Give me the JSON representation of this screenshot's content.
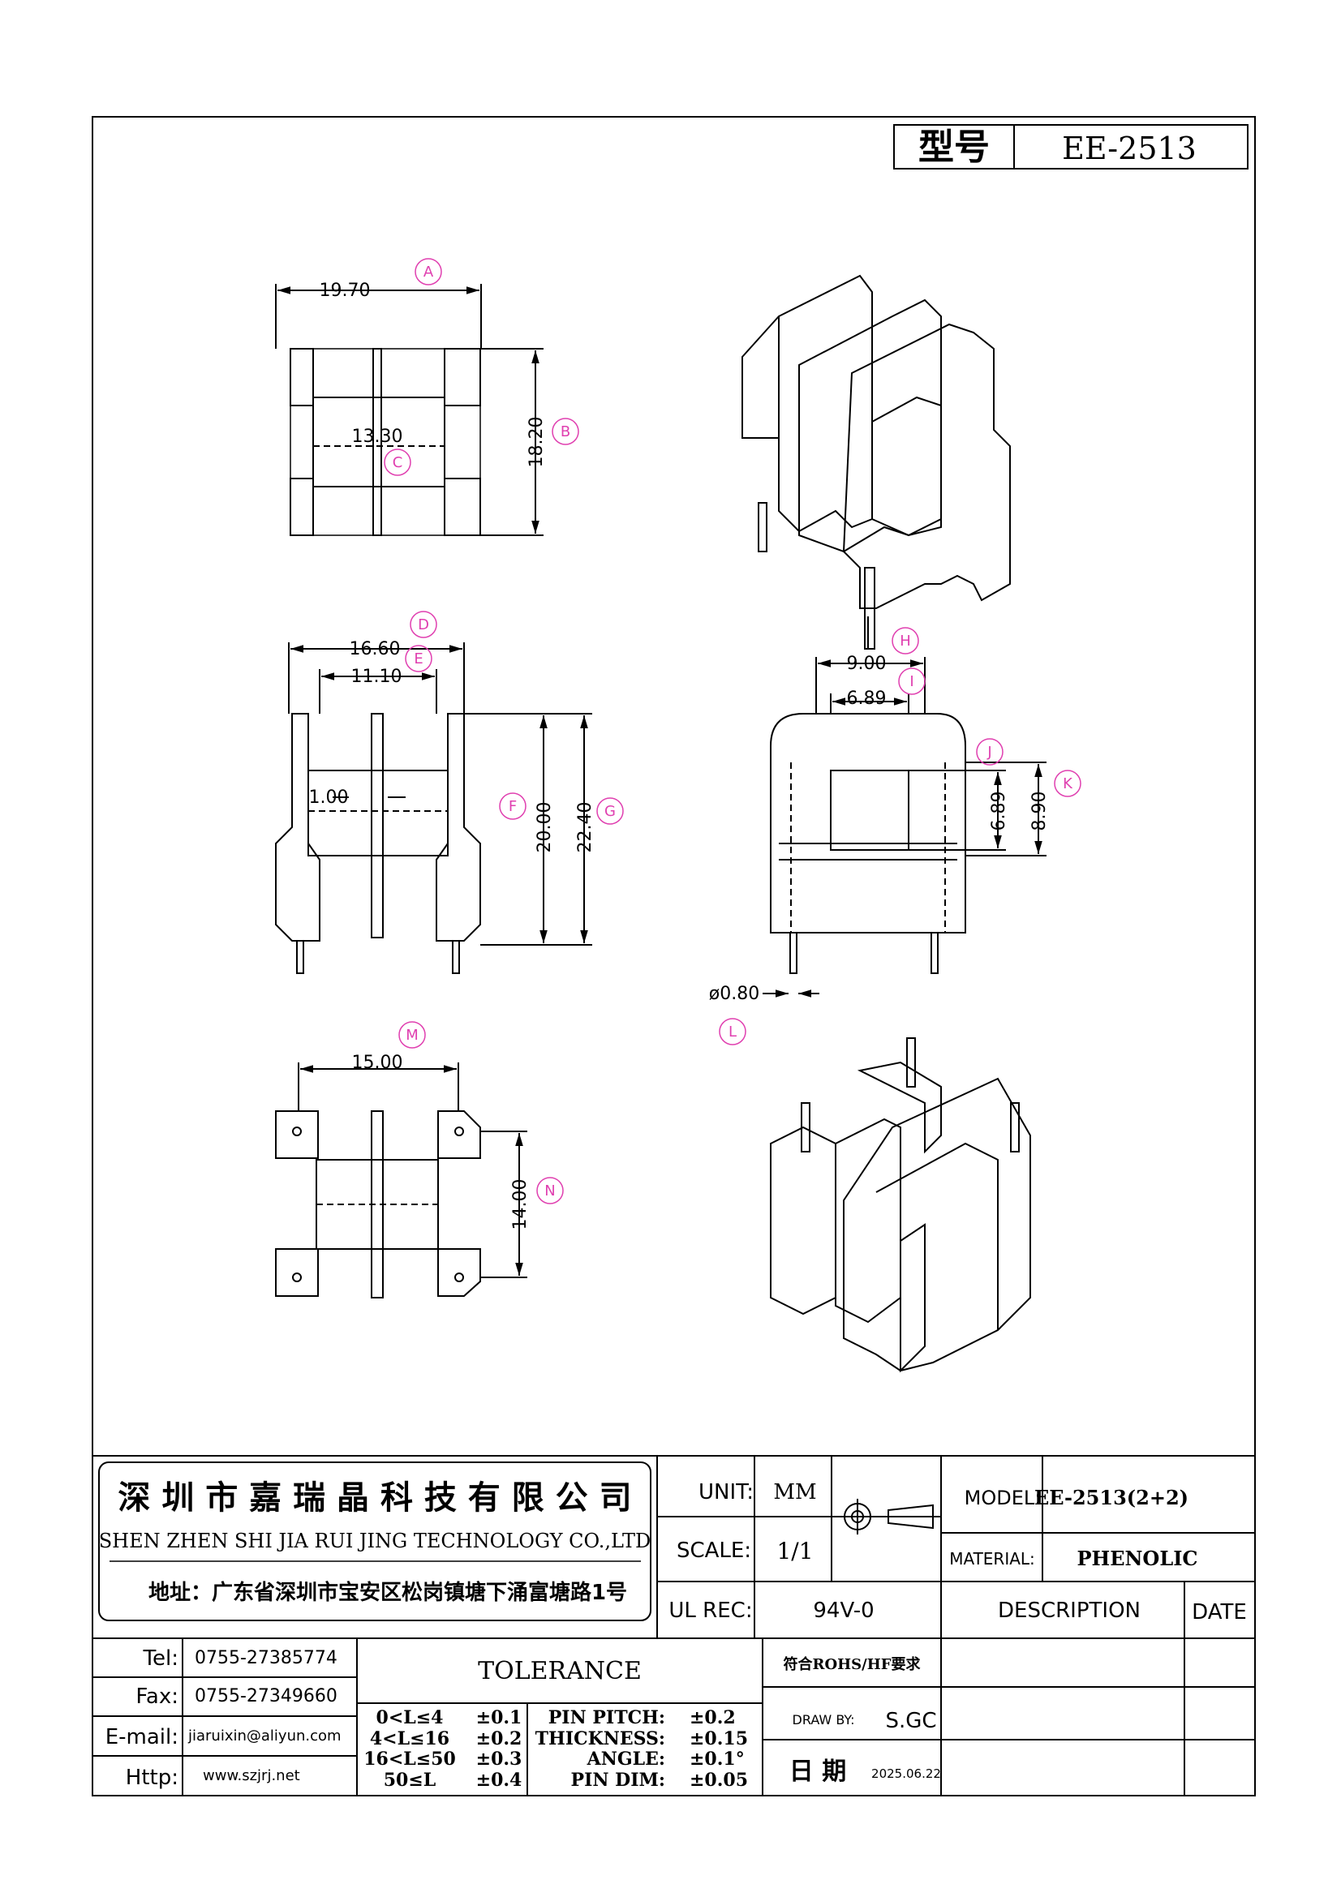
{
  "title_block": {
    "model_label": "型号",
    "model_value": "EE-2513",
    "company_cn": "深 圳 市 嘉 瑞 晶 科 技 有 限 公 司",
    "company_en": "SHEN ZHEN SHI  JIA RUI JING  TECHNOLOGY CO.,LTD",
    "address": "地址：广东省深圳市宝安区松岗镇塘下涌富塘路1号",
    "unit_label": "UNIT:",
    "unit_value": "MM",
    "scale_label": "SCALE:",
    "scale_value": "1/1",
    "ul_label": "UL REC:",
    "ul_value": "94V-0",
    "model_label2": "MODEL:",
    "model_value2": "EE-2513(2+2)",
    "material_label": "MATERIAL:",
    "material_value": "PHENOLIC",
    "description_label": "DESCRIPTION",
    "date_label": "DATE",
    "tel_label": "Tel:",
    "tel_value": "0755-27385774",
    "fax_label": "Fax:",
    "fax_value": "0755-27349660",
    "email_label": "E-mail:",
    "email_value": "jiaruixin@aliyun.com",
    "http_label": "Http:",
    "http_value": "www.szjrj.net",
    "tolerance_label": "TOLERANCE",
    "tol_range_1": "0<L≤4",
    "tol_value_1": "±0.1",
    "tol_range_2": "4<L≤16",
    "tol_value_2": "±0.2",
    "tol_range_3": "16<L≤50",
    "tol_value_3": "±0.3",
    "tol_range_4": "50≤L",
    "tol_value_4": "±0.4",
    "pin_pitch_label": "PIN PITCH:",
    "pin_pitch_value": "±0.2",
    "thickness_label": "THICKNESS:",
    "thickness_value": "±0.15",
    "angle_label": "ANGLE:",
    "angle_value": "±0.1°",
    "pin_dim_label": "PIN DIM:",
    "pin_dim_value": "±0.05",
    "rohs_note": "符合ROHS/HF要求",
    "draw_by_label": "DRAW BY:",
    "draw_by_value": "S.GC",
    "date_cn_label": "日 期",
    "date_value": "2025.06.22"
  },
  "dimensions": {
    "A": "19.70",
    "B": "18.20",
    "C": "13.30",
    "D": "16.60",
    "E": "11.10",
    "F": "20.00",
    "G": "22.40",
    "D_small": "1.00",
    "H": "9.00",
    "I": "6.89",
    "J": "6.89",
    "K": "8.90",
    "L": "ø0.80",
    "M": "15.00",
    "N": "14.00"
  },
  "callouts": [
    "A",
    "B",
    "C",
    "D",
    "E",
    "F",
    "G",
    "H",
    "I",
    "J",
    "K",
    "L",
    "M",
    "N"
  ],
  "colors": {
    "line": "#000000",
    "callout": "#e040b0"
  }
}
